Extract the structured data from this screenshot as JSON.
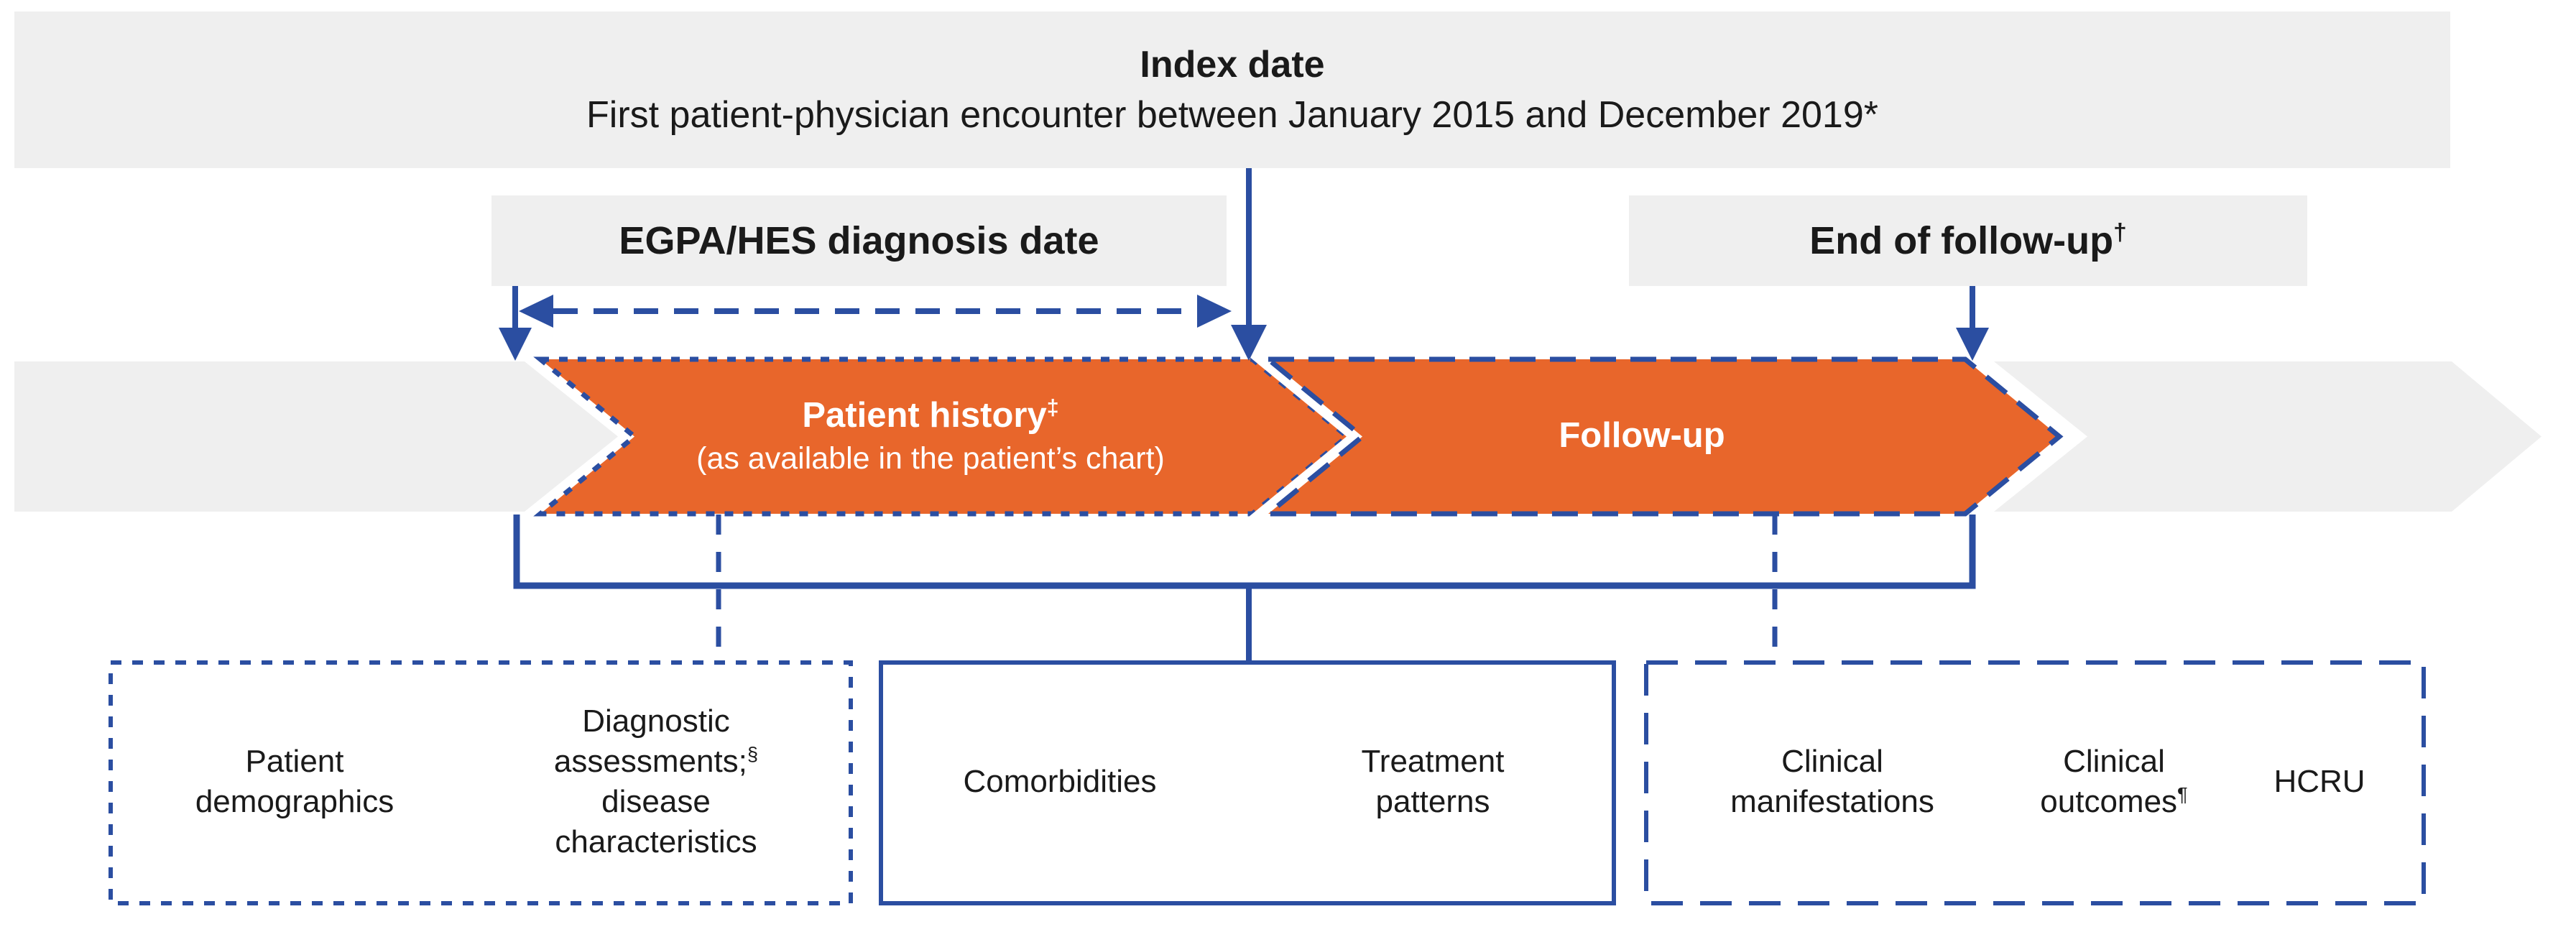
{
  "colors": {
    "orange": "#E8662B",
    "blue": "#2B4EA1",
    "gray": "#EFEFEF",
    "ink": "#1a1a1a",
    "white": "#ffffff"
  },
  "banner": {
    "title": "Index date",
    "subtitle": "First patient-physician encounter between January 2015 and December 2019*"
  },
  "diagnosis_box": {
    "label": "EGPA/HES diagnosis date"
  },
  "end_box": {
    "label": "End of follow-up",
    "sup": "†"
  },
  "arrows": {
    "patient_history": {
      "title": "Patient history",
      "sup": "‡",
      "subtitle": "(as available in the patient’s chart)"
    },
    "followup": {
      "title": "Follow-up"
    }
  },
  "boxes": {
    "history": {
      "border_style": "dotted",
      "item1": "Patient demographics",
      "item2_pre": "Diagnostic assessments;",
      "item2_sup": "§",
      "item2_post": " disease characteristics"
    },
    "index": {
      "border_style": "solid",
      "item1": "Comorbidities",
      "item2": "Treatment patterns"
    },
    "followup": {
      "border_style": "dashed",
      "item1": "Clinical manifestations",
      "item2_pre": "Clinical outcomes",
      "item2_sup": "¶",
      "item3": "HCRU"
    }
  }
}
